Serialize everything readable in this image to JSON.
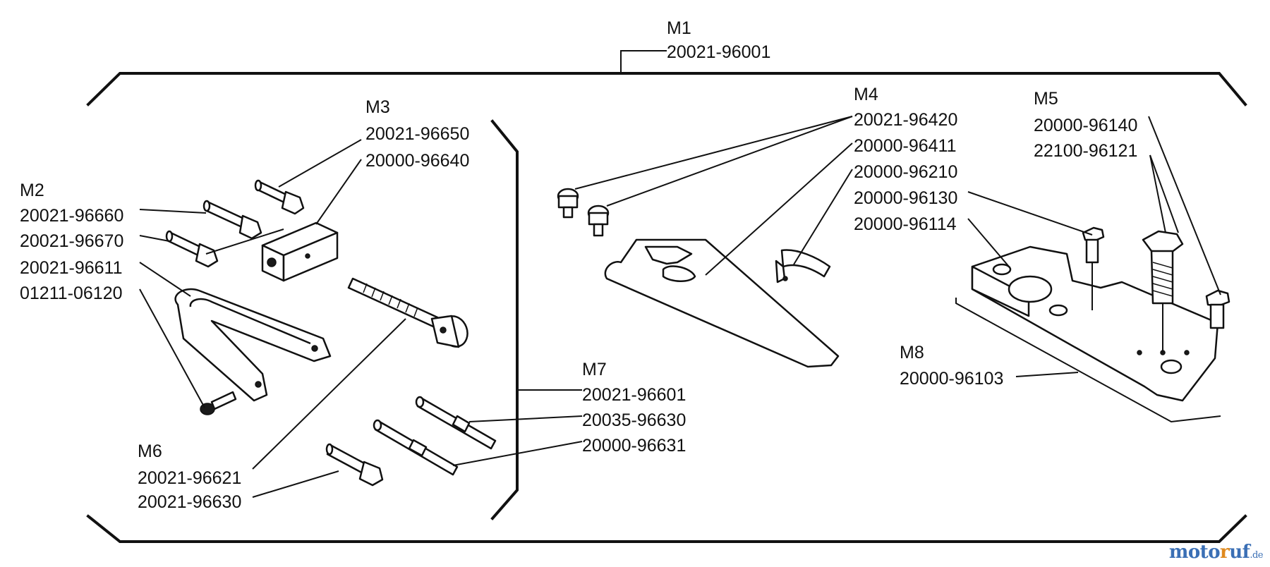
{
  "groups": {
    "m1": {
      "label": "M1",
      "parts": [
        "20021-96001"
      ]
    },
    "m2": {
      "label": "M2",
      "parts": [
        "20021-96660",
        "20021-96670",
        "20021-96611",
        "01211-06120"
      ]
    },
    "m3": {
      "label": "M3",
      "parts": [
        "20021-96650",
        "20000-96640"
      ]
    },
    "m4": {
      "label": "M4",
      "parts": [
        "20021-96420",
        "20000-96411",
        "20000-96210",
        "20000-96130",
        "20000-96114"
      ]
    },
    "m5": {
      "label": "M5",
      "parts": [
        "20000-96140",
        "22100-96121"
      ]
    },
    "m6": {
      "label": "M6",
      "parts": [
        "20021-96621",
        "20021-96630"
      ]
    },
    "m7": {
      "label": "M7",
      "parts": [
        "20021-96601",
        "20035-96630",
        "20000-96631"
      ]
    },
    "m8": {
      "label": "M8",
      "parts": [
        "20000-96103"
      ]
    }
  },
  "watermark": {
    "part1": "moto",
    "part2": "r",
    "part3": "uf",
    "domain": ".de"
  }
}
